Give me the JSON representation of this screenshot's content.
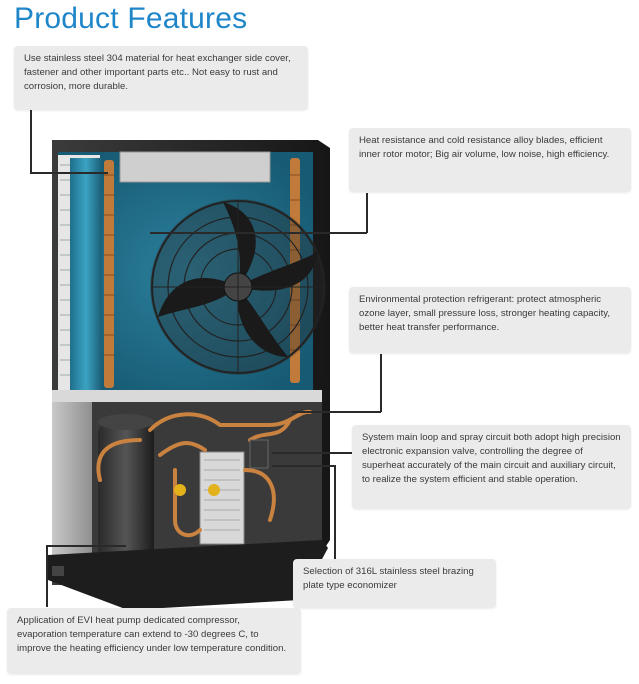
{
  "page": {
    "title": "Product Features",
    "accent_color": "#1f86c9"
  },
  "callouts": [
    {
      "id": "stainless",
      "text": "Use stainless steel 304 material for heat exchanger side cover, fastener and other important parts etc.. Not easy to rust and corrosion, more durable."
    },
    {
      "id": "fan",
      "text": "Heat resistance and cold resistance alloy blades, efficient inner rotor motor; Big air volume, low noise, high efficiency."
    },
    {
      "id": "refrigerant",
      "text": "Environmental protection refrigerant: protect atmospheric ozone layer, small pressure loss, stronger heating capacity, better heat transfer performance."
    },
    {
      "id": "valve",
      "text": "System main loop and spray circuit both adopt high precision electronic expansion valve, controlling the degree of superheat accurately of the main circuit and auxiliary circuit, to realize the system efficient and stable operation."
    },
    {
      "id": "economizer",
      "text": "Selection of 316L stainless steel brazing plate type economizer"
    },
    {
      "id": "compressor",
      "text": "Application of EVI heat pump dedicated compressor, evaporation temperature can extend to -30 degrees C, to improve the heating efficiency under low temperature condition."
    }
  ]
}
